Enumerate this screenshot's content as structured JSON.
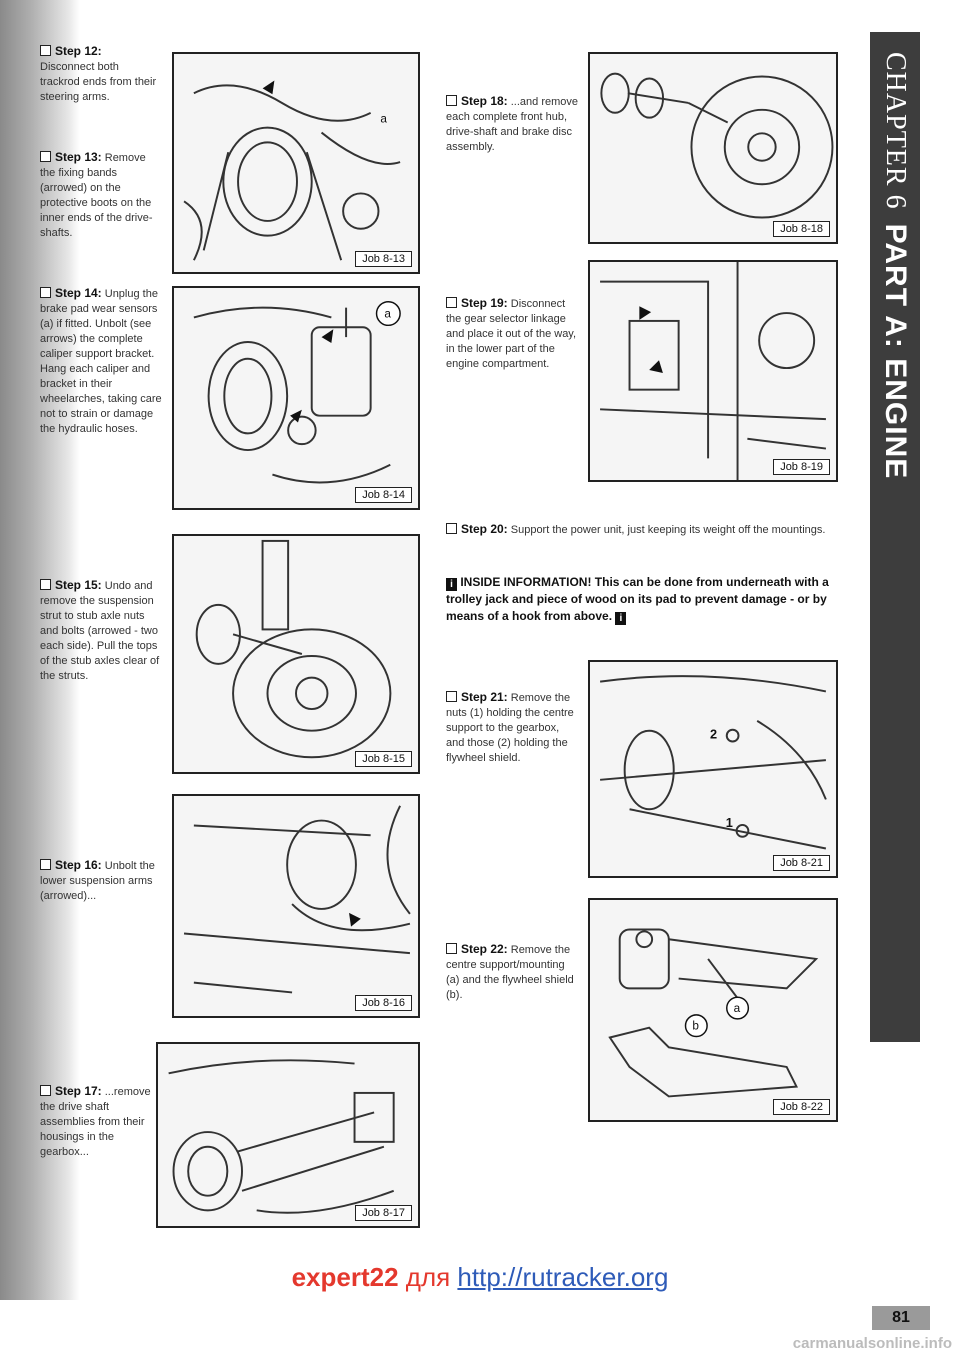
{
  "side_tab": {
    "chapter": "CHAPTER 6",
    "part": "PART A: ENGINE"
  },
  "steps": [
    {
      "label": "Step 12:",
      "text": "Disconnect both trackrod ends from their steering arms."
    },
    {
      "label": "Step 13:",
      "text": "Remove the fixing bands (arrowed) on the protective boots on the inner ends of the drive-shafts."
    },
    {
      "label": "Step 14:",
      "text": "Unplug the brake pad wear sensors (a) if fitted. Unbolt (see arrows) the complete caliper support bracket. Hang each caliper and bracket in their wheelarches, taking care not to strain or damage the hydraulic hoses."
    },
    {
      "label": "Step 15:",
      "text": "Undo and remove the suspension strut to stub axle nuts and bolts (arrowed - two each side). Pull the tops of the stub axles clear of the struts."
    },
    {
      "label": "Step 16:",
      "text": "Unbolt the lower suspension arms (arrowed)..."
    },
    {
      "label": "Step 17:",
      "text": "...remove the drive shaft assemblies from their housings in the gearbox..."
    },
    {
      "label": "Step 18:",
      "text": "...and remove each complete front hub, drive-shaft and brake disc assembly."
    },
    {
      "label": "Step 19:",
      "text": "Disconnect the gear selector linkage and place it out of the way, in the lower part of the engine compartment."
    },
    {
      "label": "Step 20:",
      "text": "Support the power unit, just keeping its weight off the mountings."
    },
    {
      "label": "Step 21:",
      "text": "Remove the nuts (1) holding the centre support to the gearbox, and those (2) holding the flywheel shield."
    },
    {
      "label": "Step 22:",
      "text": "Remove the centre support/mounting (a) and the flywheel shield (b)."
    }
  ],
  "inside_info": "INSIDE INFORMATION! This can be done from underneath with a trolley jack and piece of wood on its pad to prevent damage - or by means of a hook from above.",
  "info_icon_glyph": "i",
  "jobs": [
    "Job 8-13",
    "Job 8-14",
    "Job 8-15",
    "Job 8-16",
    "Job 8-17",
    "Job 8-18",
    "Job 8-19",
    "Job 8-21",
    "Job 8-22"
  ],
  "callouts": {
    "a": "a",
    "b": "b",
    "one": "1",
    "two": "2"
  },
  "watermark": {
    "part1": "expert22",
    "part2": " для ",
    "part3": "http://rutracker.org"
  },
  "page_number": "81",
  "site": "carmanualsonline.info",
  "colors": {
    "tab": "#3d3d3d",
    "watermark_red": "#e4382d",
    "watermark_blue": "#2e5bb8"
  }
}
